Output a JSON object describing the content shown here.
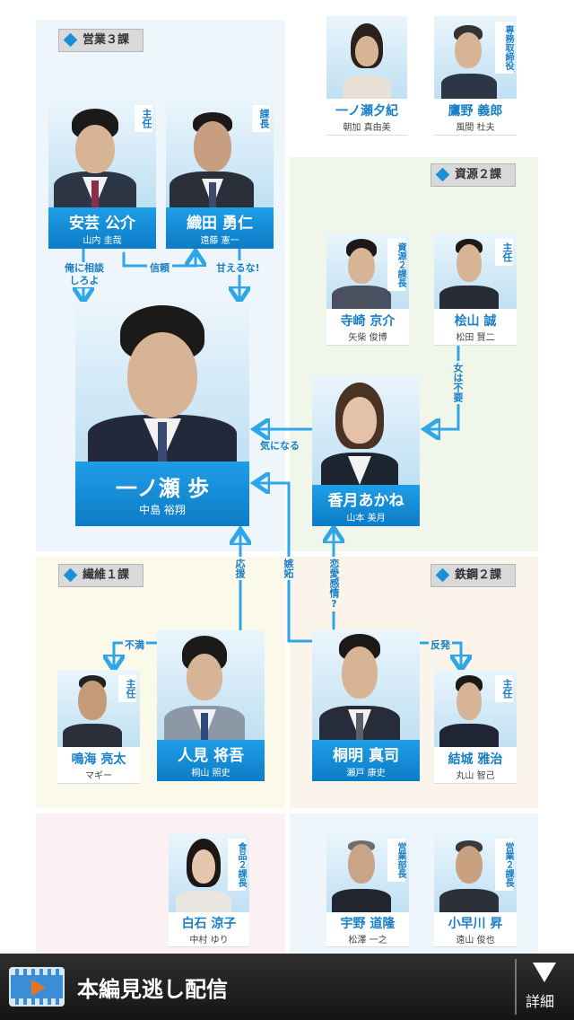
{
  "sections": {
    "eigyo3": "営業３課",
    "shigen2": "資源２課",
    "seni1": "繊維１課",
    "tekko2": "鉄鋼２課"
  },
  "people": {
    "ichinose_yuki": {
      "name": "一ノ瀬夕紀",
      "actor": "朝加 真由美"
    },
    "takano": {
      "name": "鷹野 義郎",
      "actor": "風間 杜夫",
      "role": "専務取締役"
    },
    "aki": {
      "name": "安芸 公介",
      "actor": "山内 圭哉",
      "role": "主任"
    },
    "oda": {
      "name": "織田 勇仁",
      "actor": "遠藤 憲一",
      "role": "課長"
    },
    "terasaki": {
      "name": "寺崎 京介",
      "actor": "矢柴 俊博",
      "role": "資源２課長"
    },
    "hiyama": {
      "name": "桧山 誠",
      "actor": "松田 賢二",
      "role": "主任"
    },
    "ichinose_ayumu": {
      "name": "一ノ瀬 歩",
      "actor": "中島 裕翔"
    },
    "kozuki": {
      "name": "香月あかね",
      "actor": "山本 美月"
    },
    "narumi": {
      "name": "鳴海 亮太",
      "actor": "マギー",
      "role": "主任"
    },
    "hitomi": {
      "name": "人見 将吾",
      "actor": "桐山 照史"
    },
    "kirimei": {
      "name": "桐明 真司",
      "actor": "瀬戸 康史"
    },
    "yuki": {
      "name": "結城 雅治",
      "actor": "丸山 智己",
      "role": "主任"
    },
    "shiraishi": {
      "name": "白石 涼子",
      "actor": "中村 ゆり",
      "role": "食品２課長"
    },
    "uno": {
      "name": "宇野 道隆",
      "actor": "松澤 一之",
      "role": "営業部長"
    },
    "kobayakawa": {
      "name": "小早川 昇",
      "actor": "遠山 俊也",
      "role": "営業２課長"
    }
  },
  "relations": {
    "ore_ni": "俺に相談しろよ",
    "shinrai": "信頼",
    "amaeruna": "甘えるな!",
    "onna_fuyo": "女は不要",
    "ki_ni_naru": "気になる",
    "oen": "応援",
    "shitto": "嫉妬",
    "renai": "恋愛感情?",
    "fuman": "不満",
    "hanpatsu": "反発"
  },
  "footer": {
    "label": "本編見逃し配信",
    "detail": "詳細"
  },
  "colors": {
    "accent": "#1a8fd8",
    "eigyo_bg": "#eef6fb",
    "shigen_bg": "#f1f6ea",
    "seni_bg": "#fbf9ea",
    "tekko_bg": "#faf4ea",
    "pink_bg": "#fbf0f2"
  }
}
